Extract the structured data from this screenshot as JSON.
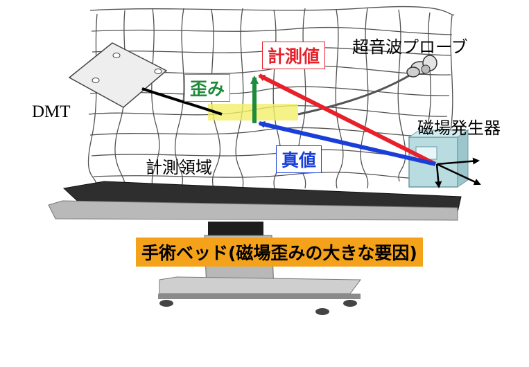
{
  "labels": {
    "dmt": "DMT",
    "probe": "超音波プローブ",
    "measured": "計測値",
    "distortion": "歪み",
    "true_value": "真値",
    "field_generator": "磁場発生器",
    "measurement_region": "計測領域",
    "bed_note": "手術ベッド(磁場歪みの大きな要因)"
  },
  "colors": {
    "measured": "#e8202a",
    "true_value": "#1a3fd8",
    "distortion": "#1f8a3a",
    "highlight": "#f2f06a",
    "bed_note_bg": "#f5a21b"
  }
}
